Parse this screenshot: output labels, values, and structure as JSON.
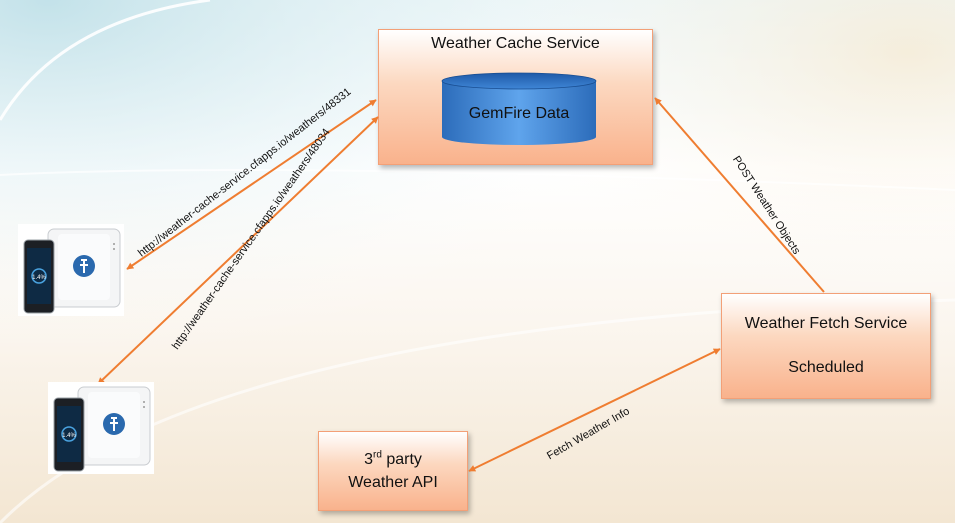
{
  "weather_cache_service": {
    "title": "Weather Cache Service",
    "database": "GemFire Data"
  },
  "weather_fetch_service": {
    "title": "Weather Fetch Service",
    "subtitle": "Scheduled"
  },
  "third_party_api": {
    "line1_prefix": "3",
    "line1_sup": "rd",
    "line1_suffix": " party",
    "line2": "Weather API"
  },
  "connections": {
    "device1_url": "http://weather-cache-service.cfapps.io/weathers/48331",
    "device2_url": "http://weather-cache-service.cfapps.io/weathers/48034",
    "post": "POST Weather Objects",
    "fetch": "Fetch Weather Info"
  },
  "device_screen_value": "1.4%",
  "colors": {
    "arrow": "#ef7d31",
    "box_border": "#f3a077",
    "database": "#3b7bc6"
  }
}
